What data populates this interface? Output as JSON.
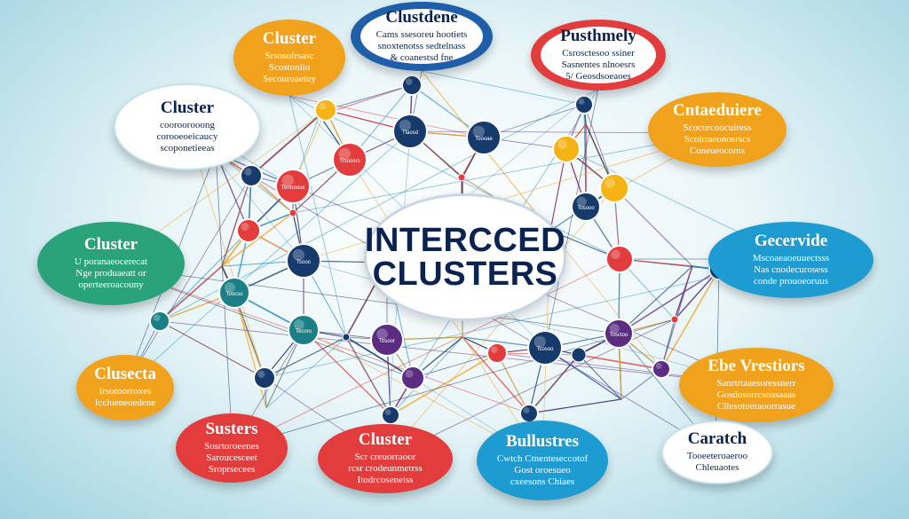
{
  "center": {
    "line1": "INTERCCED",
    "line2": "CLUSTERS"
  },
  "bubbles": [
    {
      "title": "Clustdene",
      "lines": [
        "Cams ssesoreu hootiets",
        "snoxtenotss sedtelnass",
        "& coanestsd fne"
      ],
      "color": "#1f5ea8"
    },
    {
      "title": "Cluster",
      "lines": [
        "Srsosofrsasc",
        "Scostoniio",
        "Secouroaetuy"
      ],
      "color": "#f1a21d"
    },
    {
      "title": "Pusthmely",
      "lines": [
        "Csrosctesoo ssiner",
        "Sasnentes nlnoesrs",
        "5/ Geosdsoeaoes"
      ],
      "color": "#e23c3c"
    },
    {
      "title": "Cluster",
      "lines": [
        "cooroorooong",
        "corooeoeicaucy",
        "scoponetieeas"
      ],
      "color": "#ffffff"
    },
    {
      "title": "Cntaeduiere",
      "lines": [
        "Scocorcoocuiress",
        "Scoirraeonosrscs",
        "Coneueocoms"
      ],
      "color": "#f1a21d"
    },
    {
      "title": "Cluster",
      "lines": [
        "U poranaeocerecat",
        "Nge produaeatt or",
        "operteeroacouny"
      ],
      "color": "#2aa37a"
    },
    {
      "title": "Gecervide",
      "lines": [
        "Mscoaeaoeuuectsss",
        "Nas cnodecurosess",
        "conde prouoeoruus"
      ],
      "color": "#1e9bd0"
    },
    {
      "title": "Clusecta",
      "lines": [
        "Irsotoorroxes",
        "Icclueneoedene"
      ],
      "color": "#f1a21d"
    },
    {
      "title": "Ebe Vrestiors",
      "lines": [
        "Sanrtrtaaesoressnerr",
        "Gosdosorrcsoasaaas",
        "Cllesotoeraoorrasue"
      ],
      "color": "#f1a21d"
    },
    {
      "title": "Susters",
      "lines": [
        "Sosrtoroeenes",
        "Saroucesceet",
        "Sroprsecees"
      ],
      "color": "#e23c3c"
    },
    {
      "title": "Cluster",
      "lines": [
        "Scr creuorraoor",
        "rcsr crodeunmetrss",
        "Itodrcoseneiss"
      ],
      "color": "#e23c3c"
    },
    {
      "title": "Bullustres",
      "lines": [
        "Cwtch Ctnenteseccotof",
        "Gost oroesueo",
        "cxeesons Chiaes"
      ],
      "color": "#1e9bd0"
    },
    {
      "title": "Caratch",
      "lines": [
        "Tooeeteroaeroo",
        "Chleuaotes"
      ],
      "color": "#ffffff"
    }
  ],
  "palette": {
    "node_navy": "#163a6b",
    "node_red": "#e23c3c",
    "node_yellow": "#f5b316",
    "node_purple": "#5a2c82",
    "node_teal": "#1a7f86",
    "edge_colors": [
      "#163a6b",
      "#2a8fc4",
      "#e23c3c",
      "#5a2c82",
      "#f1a21d",
      "#6fa8c9"
    ]
  },
  "hub_nodes": [
    {
      "label": "Tlaosd",
      "color": "#163a6b"
    },
    {
      "label": "Trsooors",
      "color": "#e23c3c"
    },
    {
      "label": "Tbrtooose",
      "color": "#e23c3c"
    },
    {
      "label": "Toooae",
      "color": "#163a6b"
    },
    {
      "label": "Tosooo",
      "color": "#163a6b"
    },
    {
      "label": "Tsooo",
      "color": "#163a6b"
    },
    {
      "label": "Toocso",
      "color": "#1a7f86"
    },
    {
      "label": "Tecoro",
      "color": "#1a7f86"
    },
    {
      "label": "Tosoor",
      "color": "#5a2c82"
    },
    {
      "label": "Tcosoo",
      "color": "#163a6b"
    },
    {
      "label": "Tosctoo",
      "color": "#5a2c82"
    }
  ]
}
